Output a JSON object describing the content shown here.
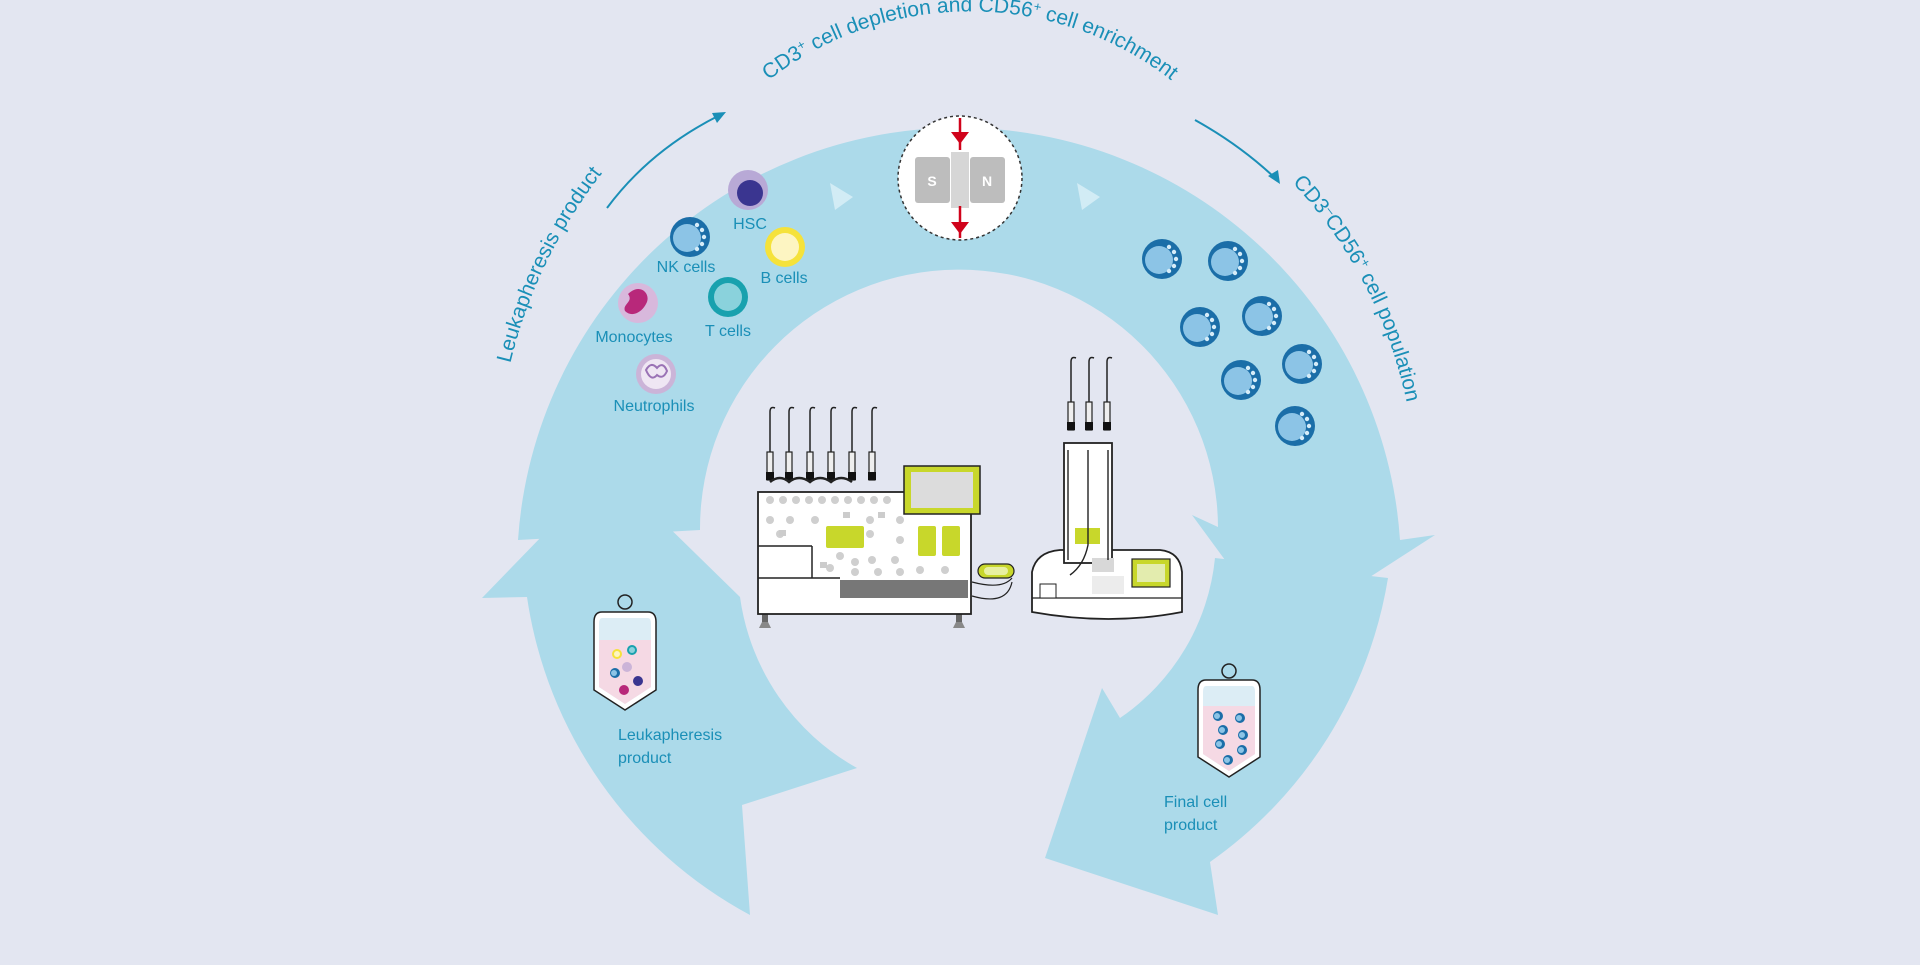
{
  "arc_labels": {
    "top": {
      "p1": "CD3",
      "s1": "+",
      "p2": " cell depletion and CD56",
      "s2": "+",
      "p3": " cell enrichment"
    },
    "left": "Leukapheresis product",
    "right": {
      "p1": "CD3",
      "s1": "–",
      "p2": "CD56",
      "s2": "+",
      "p3": " cell population"
    }
  },
  "cell_labels": {
    "hsc": "HSC",
    "nk": "NK cells",
    "b": "B cells",
    "mono": "Monocytes",
    "t": "T cells",
    "neutro": "Neutrophils"
  },
  "magnet": {
    "south": "S",
    "north": "N"
  },
  "bag_labels": {
    "left": [
      "Leukapheresis",
      "product"
    ],
    "right": [
      "Final cell",
      "product"
    ]
  },
  "colors": {
    "background": "#e3e6f1",
    "cycle_arrows": "#acdaea",
    "text": "#1a8fb7",
    "nk_cell": "#1b6ea8",
    "instrument_accent": "#c8d72b",
    "magnet_field": "#d0021b"
  },
  "icons": [
    "hsc-cell-icon",
    "nk-cell-icon",
    "b-cell-icon",
    "monocyte-icon",
    "t-cell-icon",
    "neutrophil-icon",
    "magnet-icon",
    "cell-separator-icon",
    "tubing-station-icon",
    "blood-bag-icon"
  ]
}
